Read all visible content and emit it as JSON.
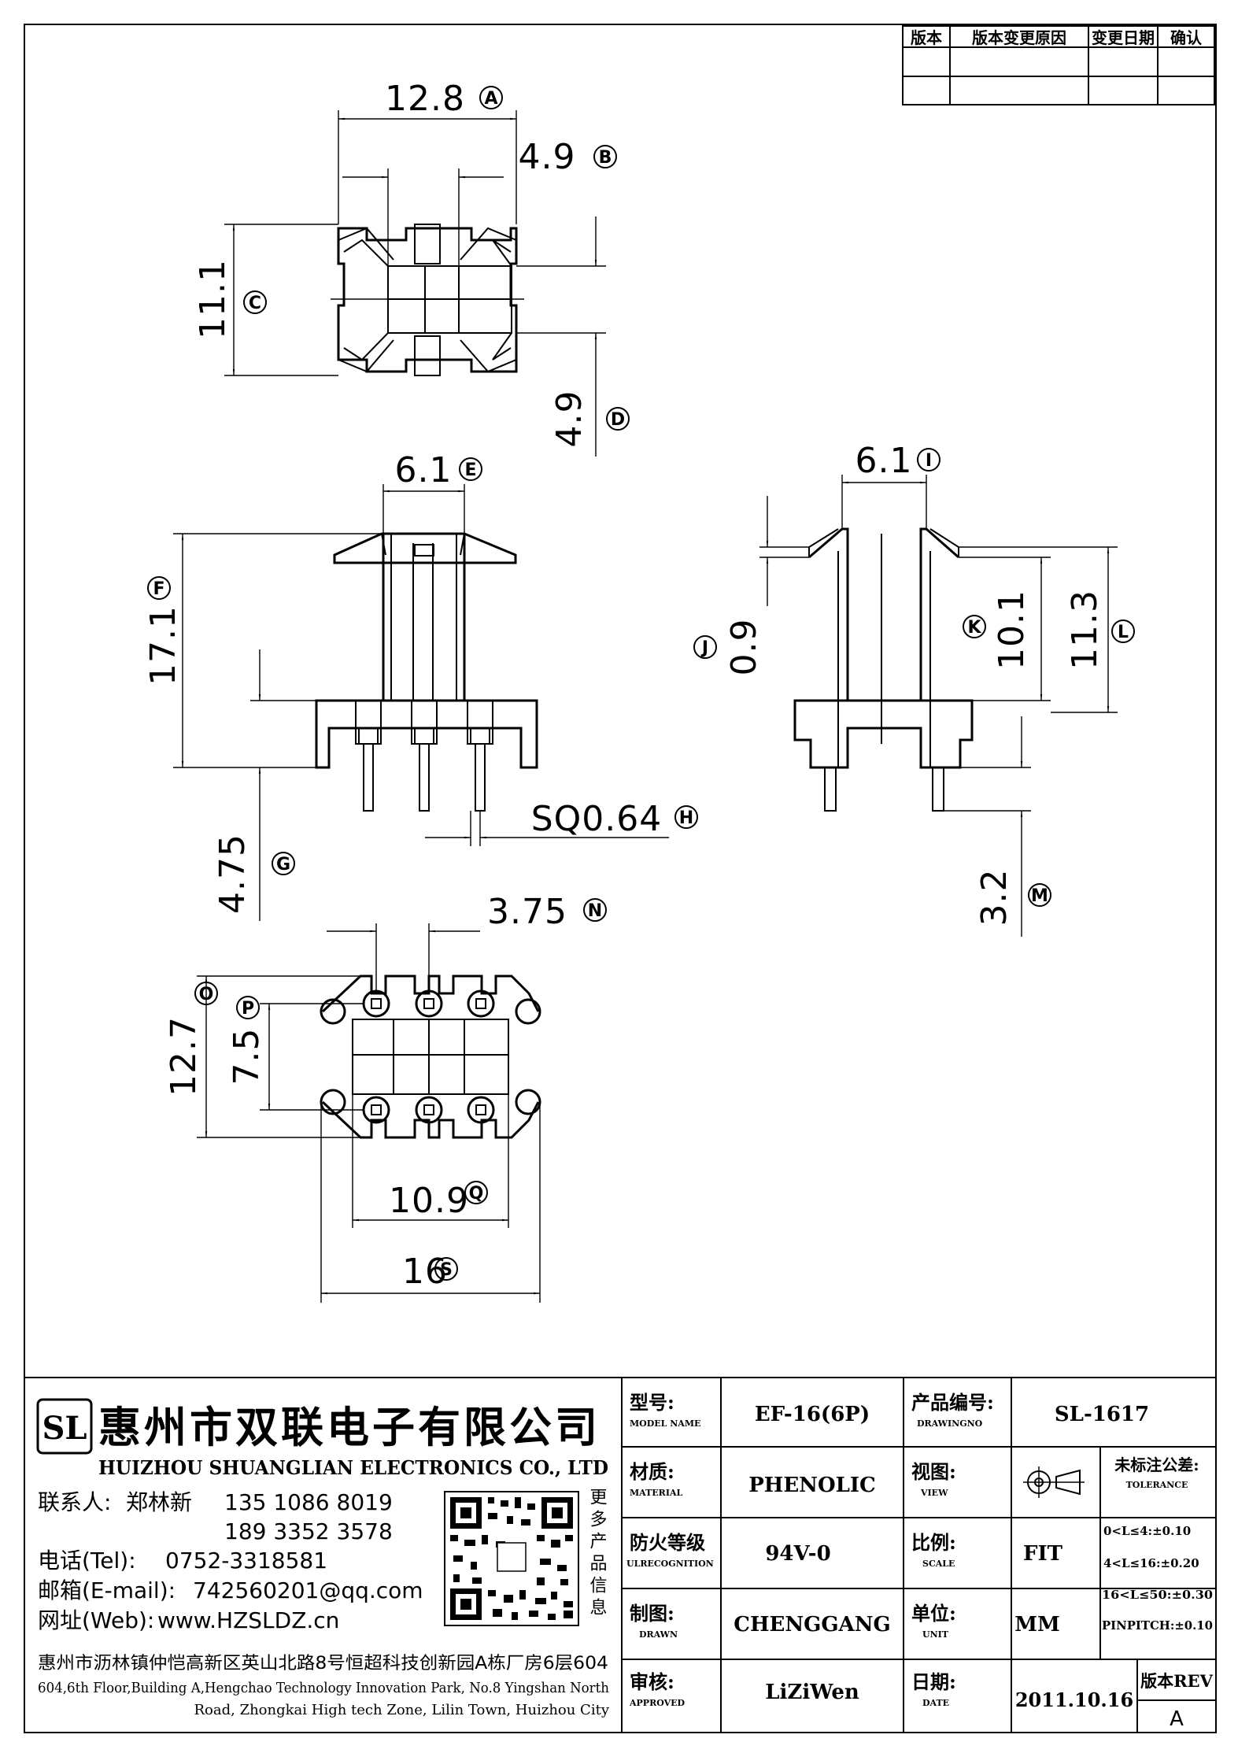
{
  "revision_table": {
    "headers": [
      "版本",
      "版本变更原因",
      "变更日期",
      "确认"
    ]
  },
  "dimensions": {
    "A": {
      "value": "12.8",
      "letter": "A"
    },
    "B": {
      "value": "4.9",
      "letter": "B"
    },
    "C": {
      "value": "11.1",
      "letter": "C"
    },
    "D": {
      "value": "4.9",
      "letter": "D"
    },
    "E": {
      "value": "6.1",
      "letter": "E"
    },
    "F": {
      "value": "17.1",
      "letter": "F"
    },
    "G": {
      "value": "4.75",
      "letter": "G"
    },
    "H": {
      "value": "SQ0.64",
      "letter": "H"
    },
    "I": {
      "value": "6.1",
      "letter": "I"
    },
    "J": {
      "value": "0.9",
      "letter": "J"
    },
    "K": {
      "value": "10.1",
      "letter": "K"
    },
    "L": {
      "value": "11.3",
      "letter": "L"
    },
    "M": {
      "value": "3.2",
      "letter": "M"
    },
    "N": {
      "value": "3.75",
      "letter": "N"
    },
    "O": {
      "value": "12.7",
      "letter": "O"
    },
    "P": {
      "value": "7.5",
      "letter": "P"
    },
    "Q": {
      "value": "10.9",
      "letter": "Q"
    },
    "S": {
      "value": "16",
      "letter": "S"
    }
  },
  "company": {
    "logo_letters": "SL",
    "name_cn": "惠州市双联电子有限公司",
    "name_en": "HUIZHOU SHUANGLIAN ELECTRONICS CO., LTD",
    "contact_label": "联系人:",
    "contact_name": "郑林新",
    "phone1": "135 1086 8019",
    "phone2": "189 3352 3578",
    "tel_label": "电话(Tel):",
    "tel": "0752-3318581",
    "email_label": "邮箱(E-mail):",
    "email": "742560201@qq.com",
    "web_label": "网址(Web):",
    "web": "www.HZSLDZ.cn",
    "more_info": "更多产品信息",
    "address_cn": "惠州市沥林镇仲恺高新区英山北路8号恒超科技创新园A栋厂房6层604",
    "address_en_1": "604,6th Floor,Building A,Hengchao Technology Innovation Park, No.8 Yingshan North",
    "address_en_2": "Road, Zhongkai High tech Zone, Lilin Town, Huizhou City"
  },
  "title_block": {
    "model_label_cn": "型号:",
    "model_label_en": "MODEL NAME",
    "model": "EF-16(6P)",
    "drawing_label_cn": "产品编号:",
    "drawing_label_en": "DRAWINGNO",
    "drawing_no": "SL-1617",
    "material_label_cn": "材质:",
    "material_label_en": "MATERIAL",
    "material": "PHENOLIC",
    "view_label_cn": "视图:",
    "view_label_en": "VIEW",
    "tolerance_label_cn": "未标注公差:",
    "tolerance_label_en": "TOLERANCE",
    "tolerances": [
      "0<L≤4:±0.10",
      "4<L≤16:±0.20",
      "16<L≤50:±0.30",
      "PINPITCH:±0.10"
    ],
    "fire_label_cn": "防火等级",
    "fire_label_en": "ULRECOGNITION",
    "fire_rating": "94V-0",
    "scale_label_cn": "比例:",
    "scale_label_en": "SCALE",
    "scale": "FIT",
    "drawn_label_cn": "制图:",
    "drawn_label_en": "DRAWN",
    "drawn": "CHENGGANG",
    "unit_label_cn": "单位:",
    "unit_label_en": "UNIT",
    "unit": "MM",
    "approved_label_cn": "审核:",
    "approved_label_en": "APPROVED",
    "approved": "LiZiWen",
    "date_label_cn": "日期:",
    "date_label_en": "DATE",
    "date": "2011.10.16",
    "rev_label": "版本REV",
    "rev": "A"
  }
}
